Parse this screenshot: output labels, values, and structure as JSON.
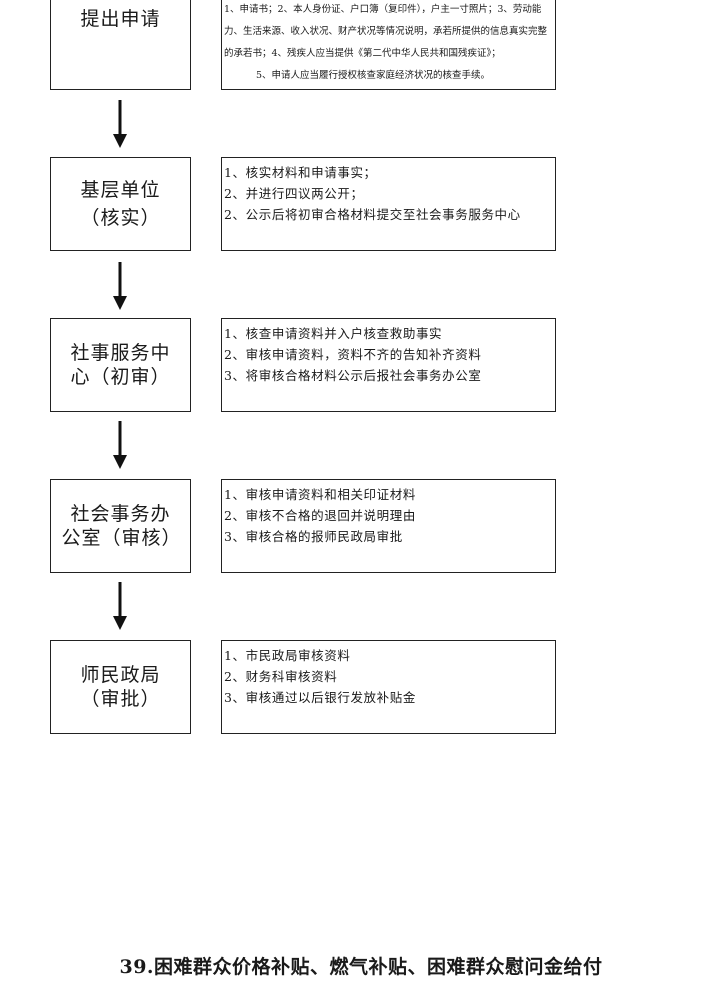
{
  "steps": [
    {
      "stage_lines": [
        "提出申请"
      ],
      "desc_lines": [
        "1、申请书；2、本人身份证、户口簿（复印件），户主一寸照片；3、劳动能力、生活来源、收入状况、财产状况等情况说明，承若所提供的信息真实完整的承若书；4、残疾人应当提供《第二代中华人民共和国残疾证》；",
        "5、申请人应当履行授权核查家庭经济状况的核查手续。"
      ]
    },
    {
      "stage_lines": [
        "基层单位",
        "（核实）"
      ],
      "desc_lines": [
        "1、核实材料和申请事实；",
        "2、并进行四议两公开；",
        "2、公示后将初审合格材料提交至社会事务服务中心"
      ]
    },
    {
      "stage_lines": [
        "社事服务中",
        "心（初审）"
      ],
      "desc_lines": [
        "1、核查申请资料并入户核查救助事实",
        "2、审核申请资料，资料不齐的告知补齐资料",
        "3、将审核合格材料公示后报社会事务办公室"
      ]
    },
    {
      "stage_lines": [
        "社会事务办",
        "公室（审核）"
      ],
      "desc_lines": [
        "1、审核申请资料和相关印证材料",
        "2、审核不合格的退回并说明理由",
        "3、审核合格的报师民政局审批"
      ]
    },
    {
      "stage_lines": [
        "师民政局",
        "（审批）"
      ],
      "desc_lines": [
        "1、市民政局审核资料",
        "2、财务科审核资料",
        "3、审核通过以后银行发放补贴金"
      ]
    }
  ],
  "footer_title": "39.困难群众价格补贴、燃气补贴、困难群众慰问金给付"
}
